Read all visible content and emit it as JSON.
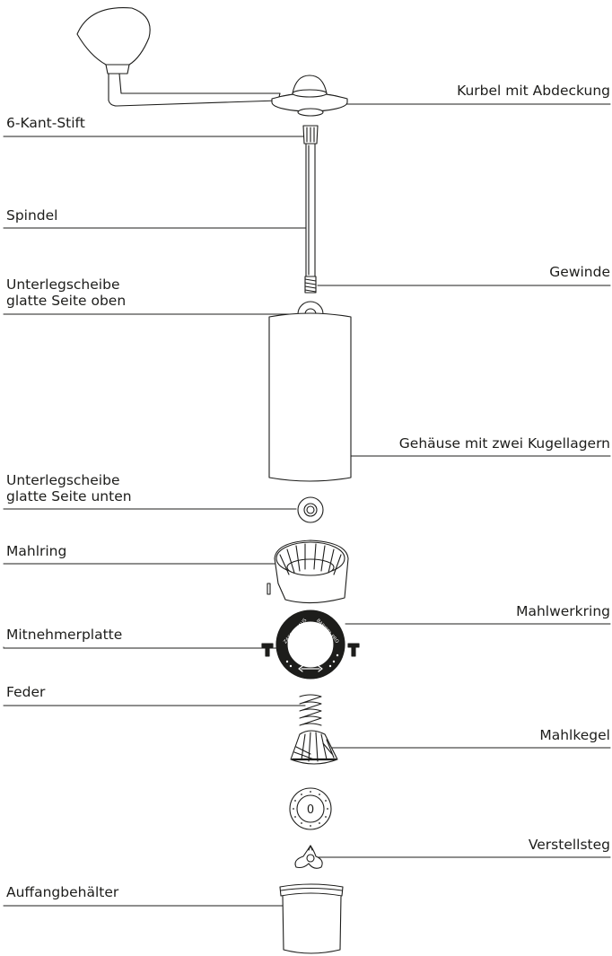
{
  "labels": {
    "crank": "Kurbel mit Abdeckung",
    "hex_pin": "6-Kant-Stift",
    "spindle": "Spindel",
    "thread": "Gewinde",
    "washer_top_1": "Unterlegscheibe",
    "washer_top_2": "glatte Seite oben",
    "housing": "Gehäuse mit zwei Kugellagern",
    "washer_bottom_1": "Unterlegscheibe",
    "washer_bottom_2": "glatte Seite unten",
    "grind_ring": "Mahlring",
    "grinder_ring": "Mahlwerkring",
    "spring": "Feder",
    "burr": "Mahlkegel",
    "drive_plate": "Mitnehmerplatte",
    "adjuster": "Verstellsteg",
    "catch_cup": "Auffangbehälter"
  },
  "ring_text": {
    "left": "ZASSENHAUS",
    "right": "BARISTA PRO"
  },
  "dial_value": "0",
  "colors": {
    "line": "#1d1d1b",
    "fill": "#ffffff",
    "dark_ring": "#1d1d1b"
  }
}
